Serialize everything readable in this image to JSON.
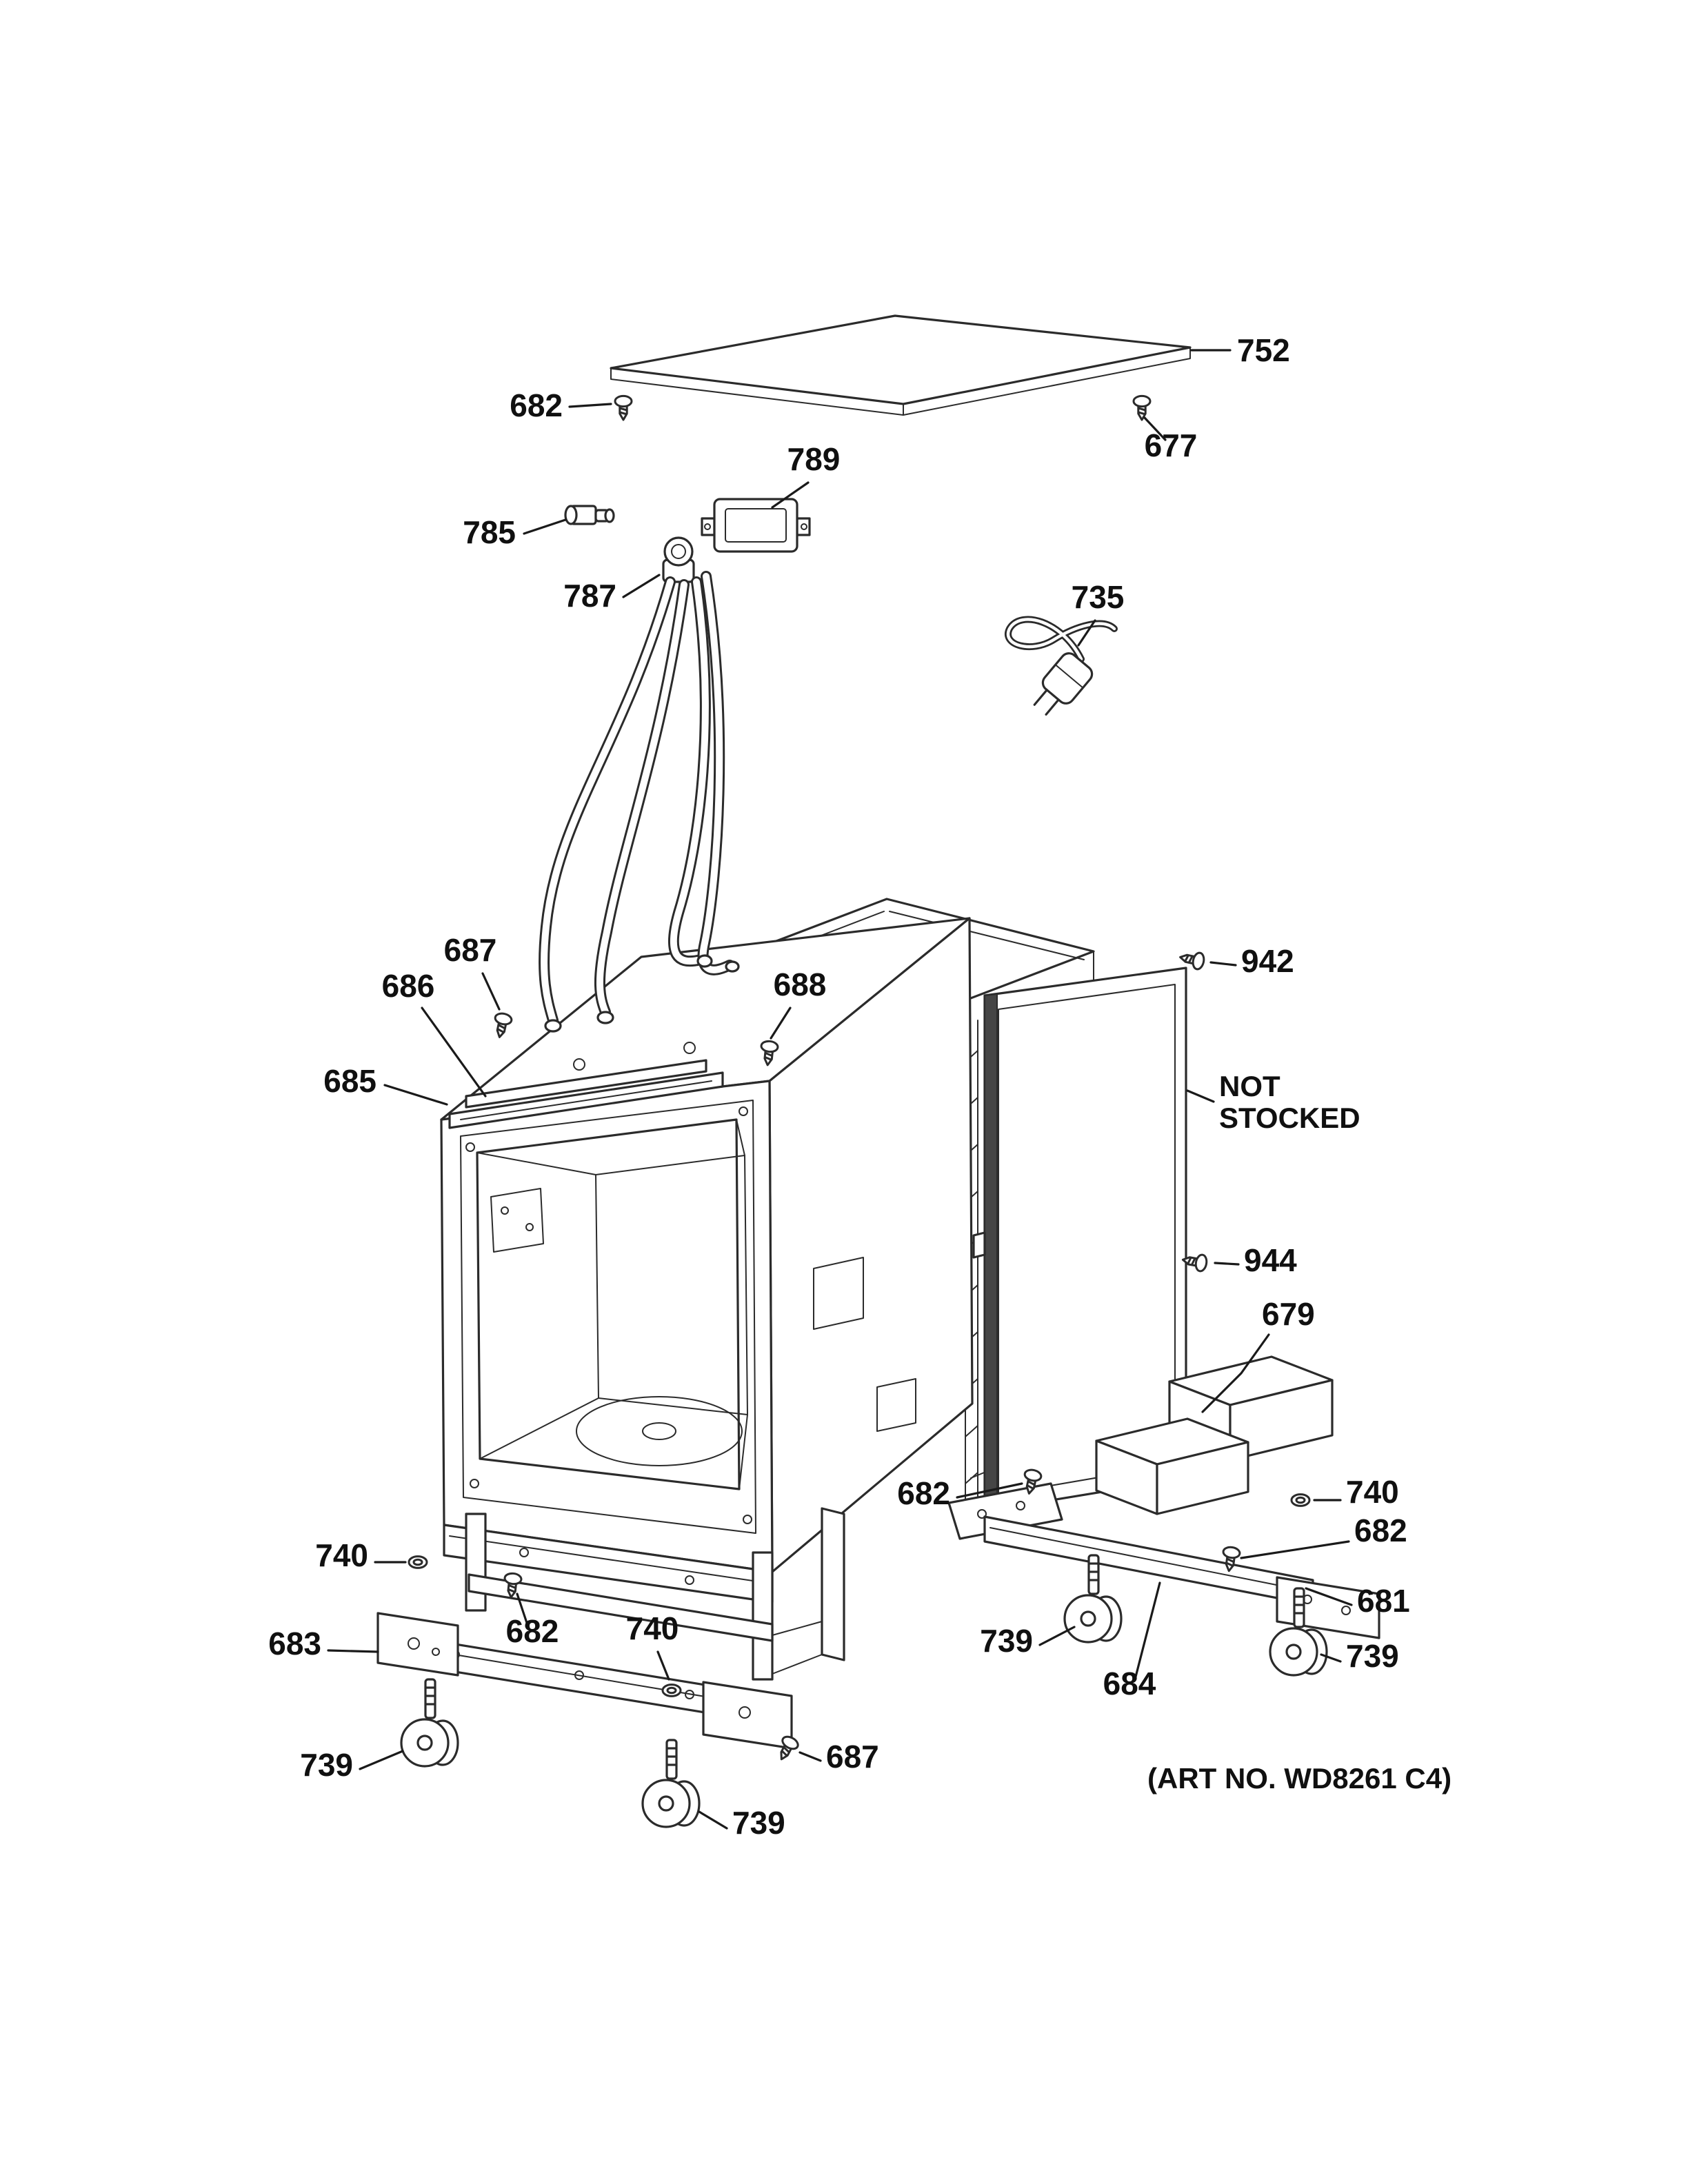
{
  "art_no": "(ART NO. WD8261 C4)",
  "not_stocked": {
    "line1": "NOT",
    "line2": "STOCKED"
  },
  "callouts": {
    "p752": "752",
    "p682_top": "682",
    "p677": "677",
    "p789": "789",
    "p785": "785",
    "p787": "787",
    "p735": "735",
    "p687_upper": "687",
    "p686": "686",
    "p685": "685",
    "p688": "688",
    "p942": "942",
    "p944": "944",
    "p679": "679",
    "p682_rear_left": "682",
    "p740_rear": "740",
    "p682_rear_right": "682",
    "p681": "681",
    "p739_rear_left": "739",
    "p739_rear_right": "739",
    "p684": "684",
    "p740_front_left": "740",
    "p682_front": "682",
    "p683": "683",
    "p740_front_mid": "740",
    "p739_front_left": "739",
    "p687_lower": "687",
    "p739_front_mid": "739"
  },
  "colors": {
    "ink": "#2b2b2b",
    "paper": "#ffffff"
  }
}
